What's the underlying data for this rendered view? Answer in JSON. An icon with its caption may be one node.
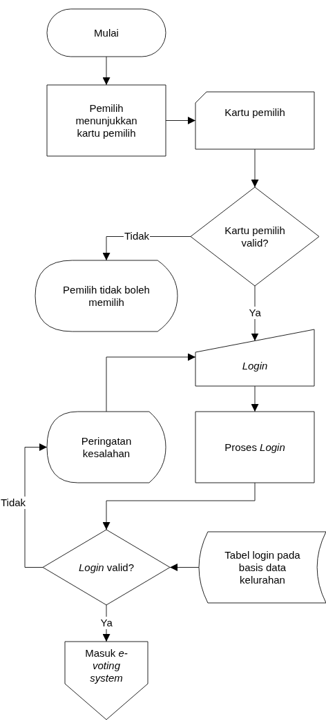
{
  "diagram": {
    "nodes": [
      {
        "text": [
          "Mulai"
        ]
      },
      {
        "text": [
          "Pemilih menunjukkan kartu pemilih"
        ]
      },
      {
        "text": [
          "Kartu pemilih"
        ]
      },
      {
        "text": [
          "Kartu pemilih valid?"
        ]
      },
      {
        "text": [
          "Pemilih tidak boleh memilih"
        ]
      },
      {
        "text": [
          "*Login*"
        ]
      },
      {
        "text": [
          "Peringatan kesalahan"
        ]
      },
      {
        "text": [
          "Proses *Login*"
        ]
      },
      {
        "text": [
          "*Login* valid?"
        ]
      },
      {
        "text": [
          "Tabel login pada basis data kelurahan"
        ]
      },
      {
        "text": [
          "Masuk *e-voting system*"
        ]
      }
    ],
    "edges": [
      {
        "from": 0,
        "to": 1,
        "arrow": "to"
      },
      {
        "from": 1,
        "to": 2,
        "arrow": "to"
      },
      {
        "from": 2,
        "to": 3,
        "arrow": "to"
      },
      {
        "from": 3,
        "to": 4,
        "arrow": "to",
        "label": "Tidak"
      },
      {
        "from": 3,
        "to": 5,
        "arrow": "to",
        "label": "Ya"
      },
      {
        "from": 6,
        "to": 5,
        "arrow": "to"
      },
      {
        "from": 5,
        "to": 7,
        "arrow": "to"
      },
      {
        "from": 7,
        "to": 8,
        "arrow": "to"
      },
      {
        "from": 8,
        "to": 6,
        "arrow": "to",
        "label": "Tidak"
      },
      {
        "from": 9,
        "to": 8,
        "arrow": "to"
      },
      {
        "from": 8,
        "to": 10,
        "arrow": "to",
        "label": "Ya"
      }
    ]
  }
}
